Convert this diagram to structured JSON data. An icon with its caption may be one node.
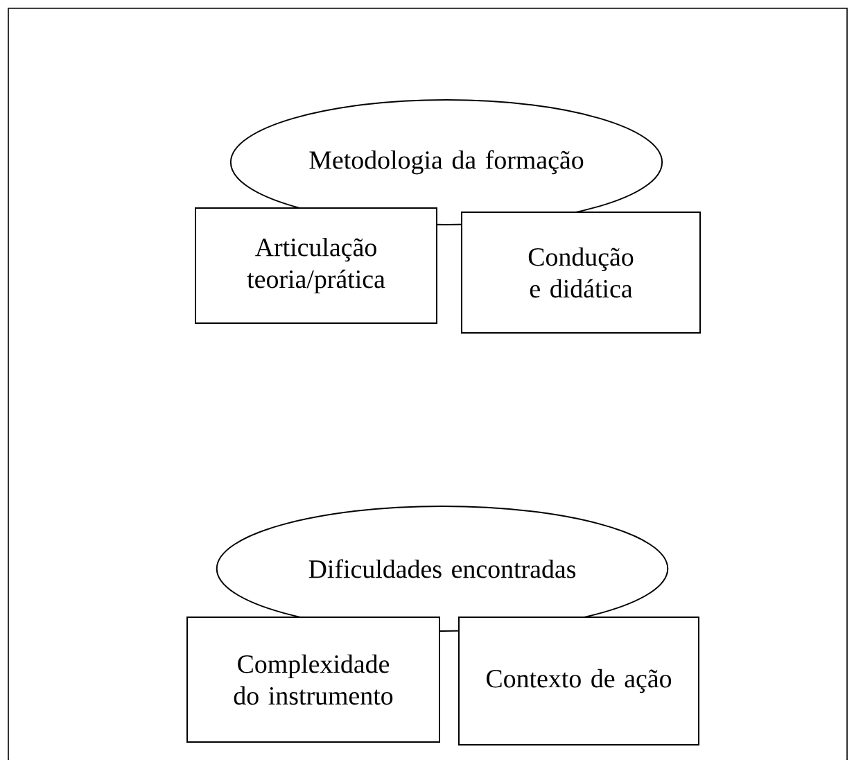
{
  "diagram": {
    "nodes": [
      {
        "text": [
          "Metodologia da formação"
        ]
      },
      {
        "text": [
          "Articulação teoria/prática"
        ]
      },
      {
        "text": [
          "Condução e didática"
        ]
      },
      {
        "text": [
          "Dificuldades encontradas"
        ]
      },
      {
        "text": [
          "Complexidade do instrumento"
        ]
      },
      {
        "text": [
          "Contexto de ação"
        ]
      }
    ]
  }
}
